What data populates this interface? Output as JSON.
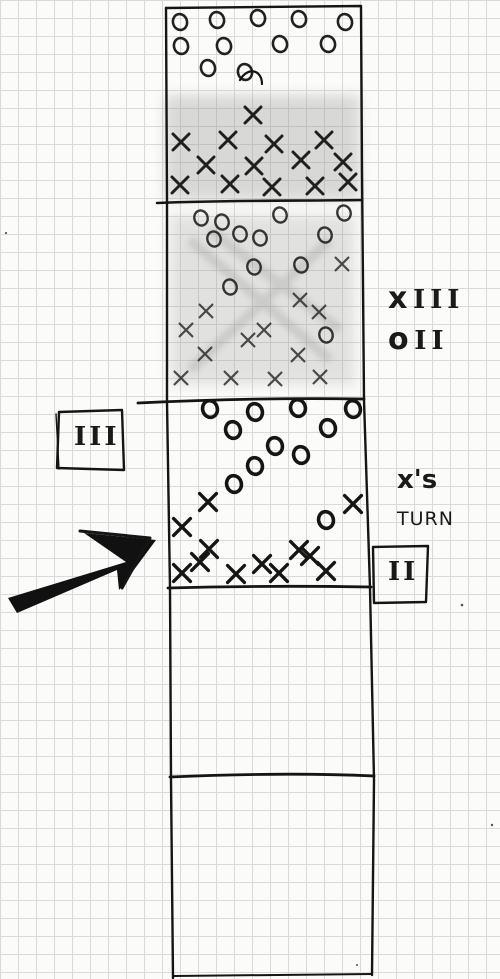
{
  "tally": {
    "x_label": "x",
    "x_count": "III",
    "o_label": "o",
    "o_count": "II"
  },
  "turn": {
    "line1": "x's",
    "line2": "TURN"
  },
  "left_box_score": "III",
  "right_box_score": "II",
  "boards": [
    {
      "state": "erased",
      "o_count": 11,
      "x_count": 14
    },
    {
      "state": "erased",
      "o_count": 12,
      "x_count": 13
    },
    {
      "state": "current",
      "o_count": 11,
      "x_count": 12
    },
    {
      "state": "empty"
    },
    {
      "state": "empty"
    }
  ],
  "colors": {
    "ink": "#151515",
    "smudge": "#7a7a7a",
    "grid": "#d9dbd8",
    "paper": "#fbfbf9"
  }
}
